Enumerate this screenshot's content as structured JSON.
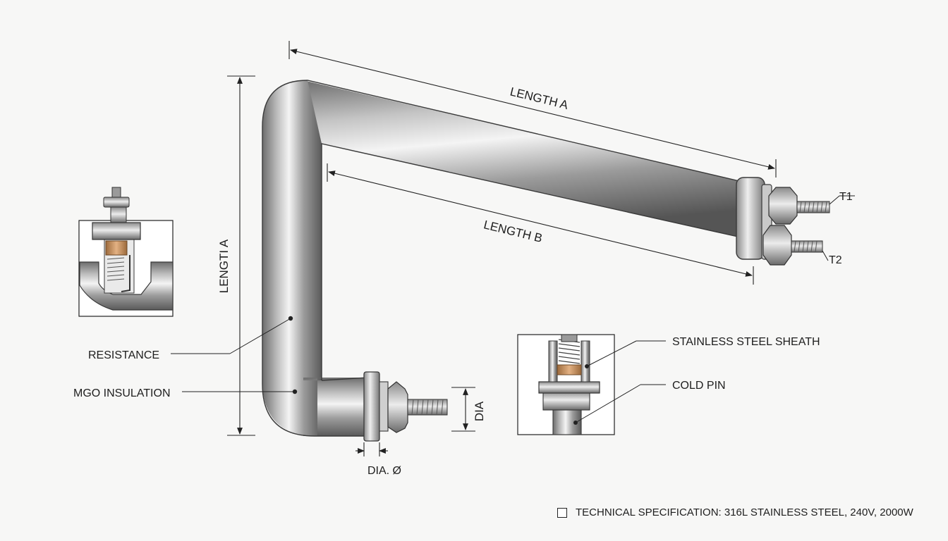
{
  "labels": {
    "length_a_top": "LENGTH A",
    "length_b": "LENGTH B",
    "length_a_vertical": "LENGTI A",
    "terminal_1": "T1",
    "terminal_2": "T2",
    "resistance": "RESISTANCE",
    "mgo_insulation": "MGO INSULATION",
    "dia_vertical": "DIA",
    "dia_diameter": "DIA. Ø",
    "stainless_sheath": "STAINLESS STEEL SHEATH",
    "cold_pin": "COLD PIN"
  },
  "spec": {
    "text": "TECHNICAL SPECIFICATION: 316L STAINLESS STEEL, 240V, 2000W"
  },
  "colors": {
    "background": "#f7f7f6",
    "metal_dark": "#6b6b6b",
    "metal_light": "#f2f2f2",
    "copper": "#c9925e",
    "line": "#222222"
  }
}
